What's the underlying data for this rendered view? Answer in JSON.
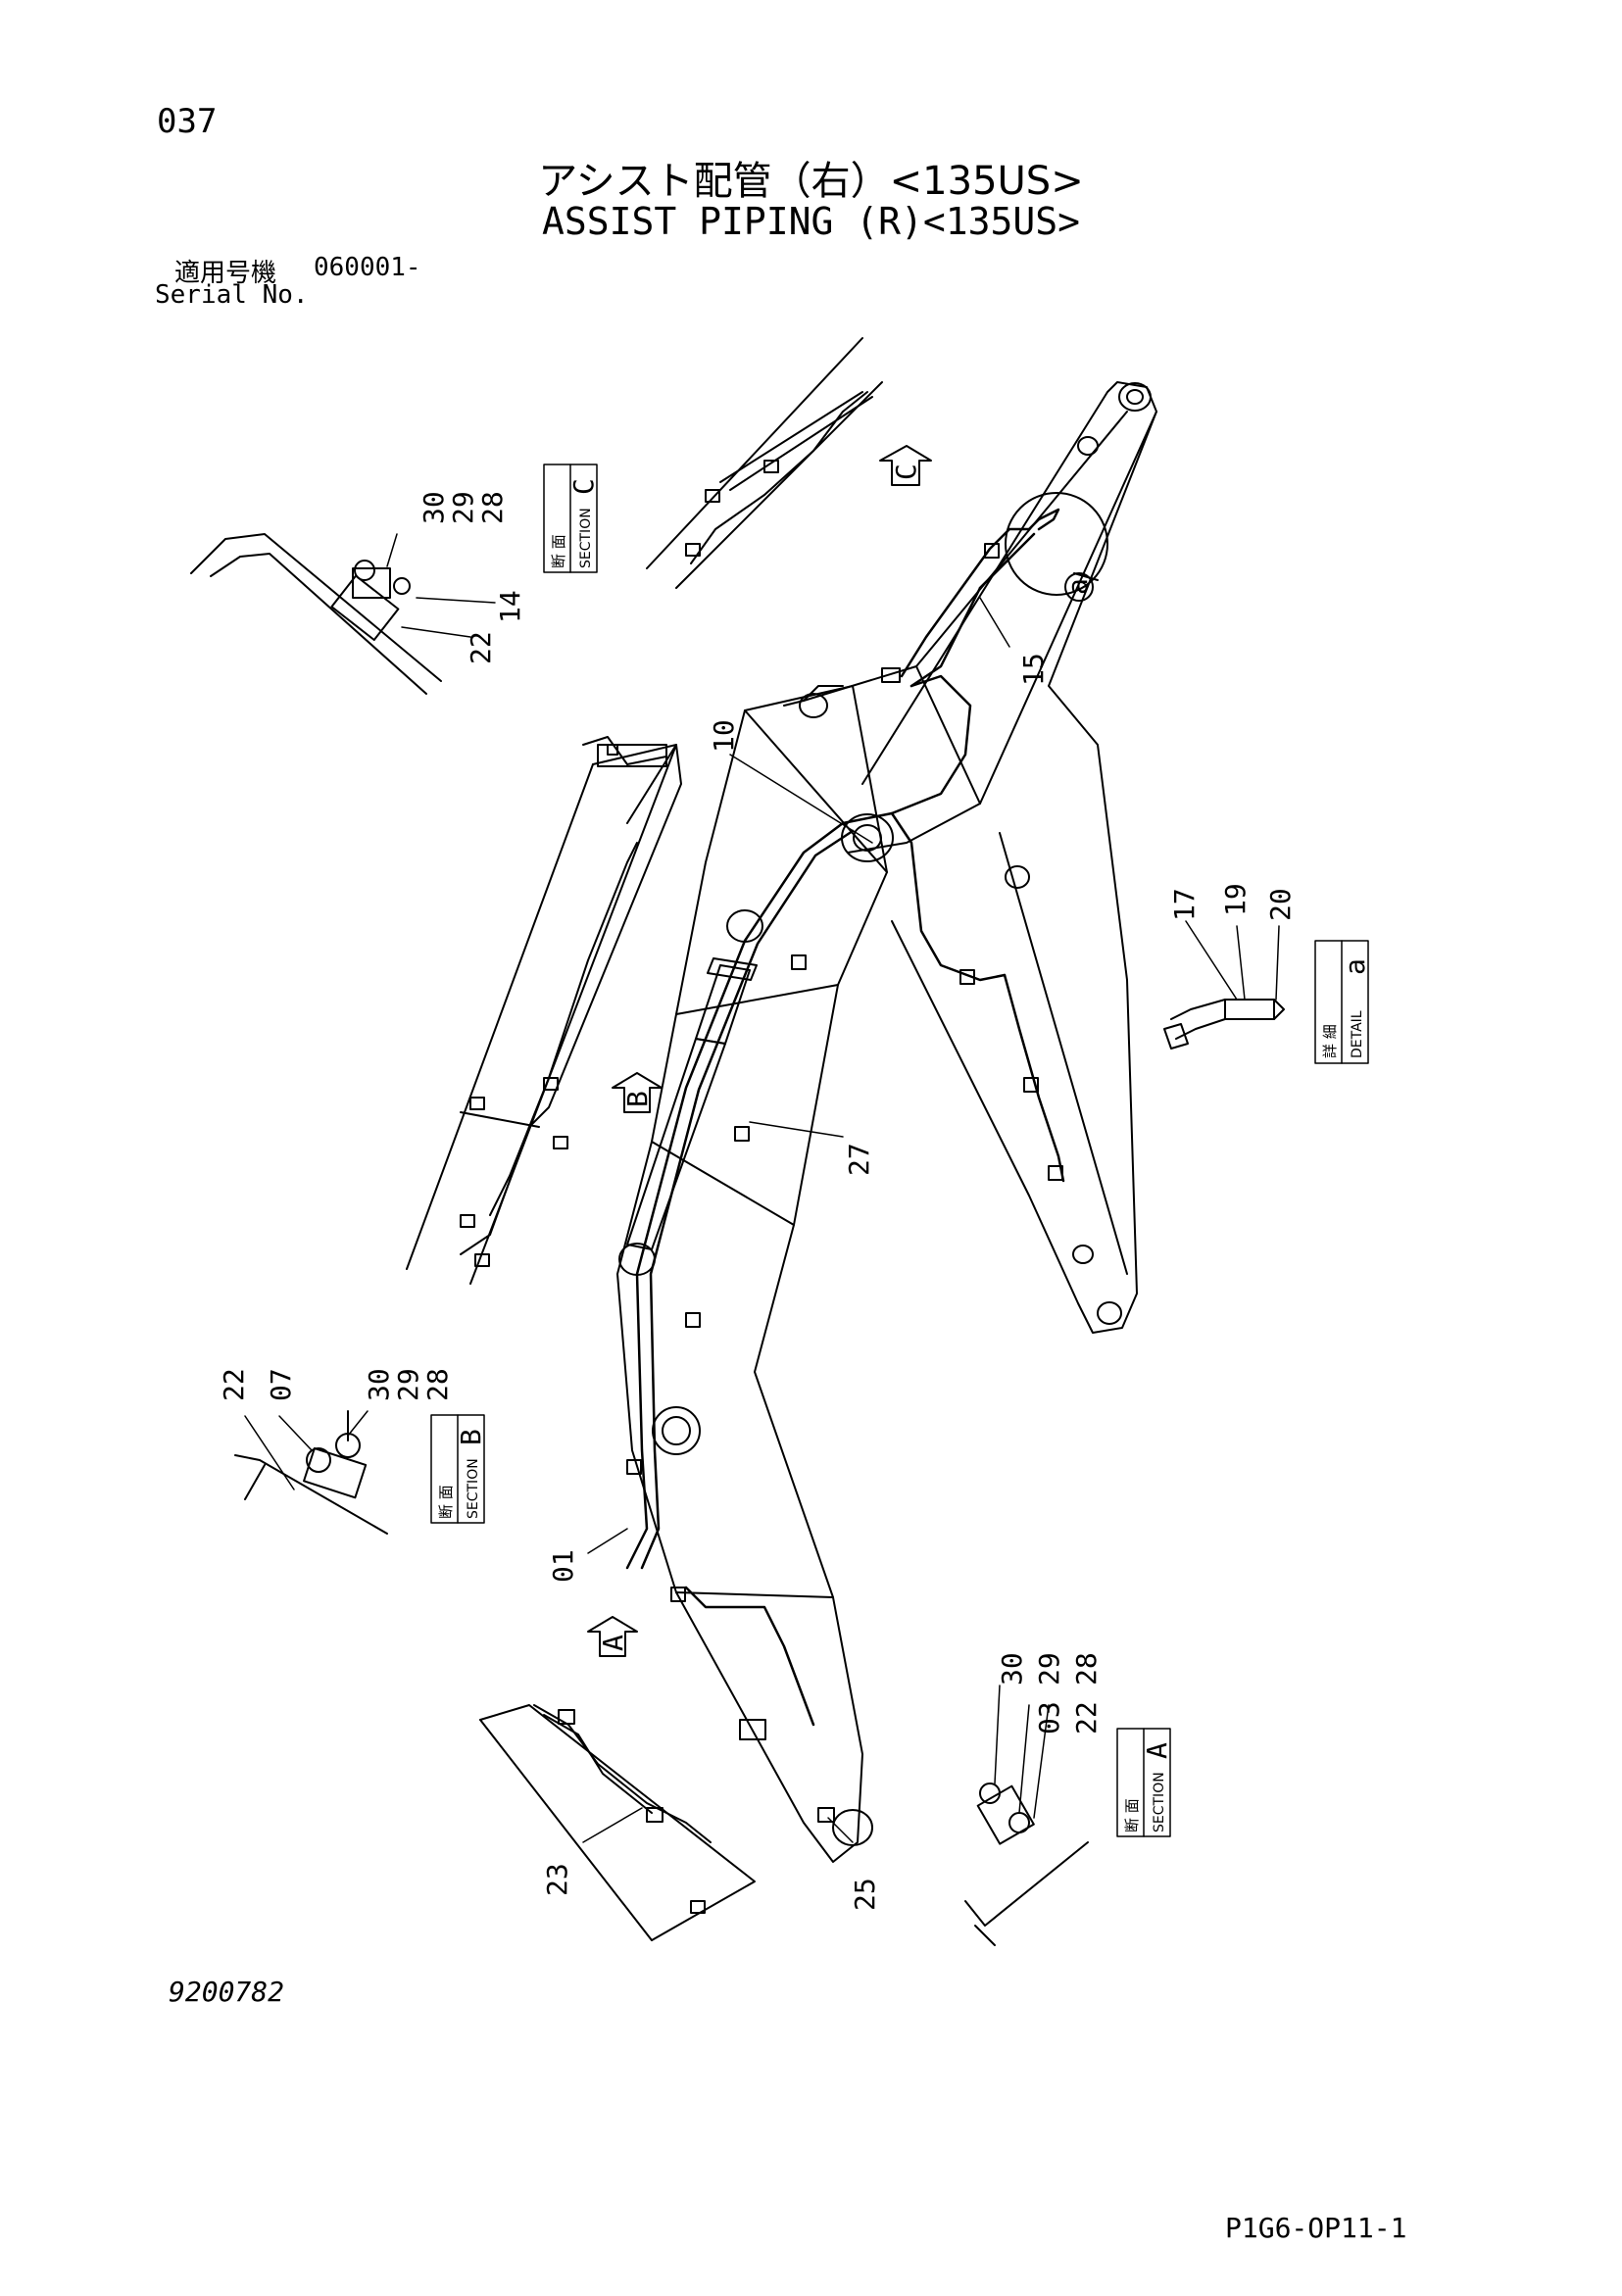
{
  "header": {
    "page_number": "037",
    "title_jp": "アシスト配管（右）<135US>",
    "title_en": "ASSIST PIPING (R)<135US>",
    "serial_label_jp": "適用号機",
    "serial_value": "060001-",
    "serial_label_en": "Serial No."
  },
  "footer": {
    "drawing_number": "9200782",
    "sheet_code": "P1G6-OP11-1"
  },
  "section_views": [
    {
      "id": "C",
      "jp": "断 面",
      "en": "SECTION"
    },
    {
      "id": "B",
      "jp": "断 面",
      "en": "SECTION"
    },
    {
      "id": "A",
      "jp": "断 面",
      "en": "SECTION"
    }
  ],
  "detail_views": [
    {
      "id": "a",
      "jp": "詳 細",
      "en": "DETAIL"
    }
  ],
  "view_arrows": [
    "A",
    "B",
    "C"
  ],
  "detail_marker": "a",
  "part_labels": {
    "c_30": "30",
    "c_29": "29",
    "c_28": "28",
    "c_14": "14",
    "c_22": "22",
    "b_22": "22",
    "b_07": "07",
    "b_30": "30",
    "b_29": "29",
    "b_28": "28",
    "a_30": "30",
    "a_29": "29",
    "a_28": "28",
    "a_03": "03",
    "a_22": "22",
    "d_17": "17",
    "d_19": "19",
    "d_20": "20",
    "m_10": "10",
    "m_15": "15",
    "m_27": "27",
    "m_01": "01",
    "m_23": "23",
    "m_25": "25"
  }
}
